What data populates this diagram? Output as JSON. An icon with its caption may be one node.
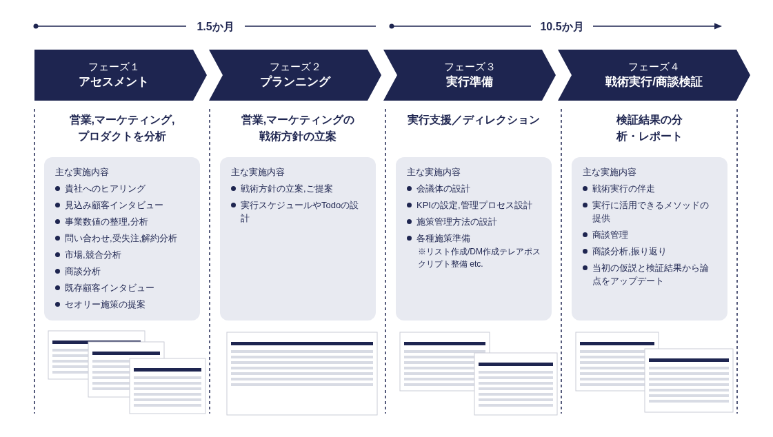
{
  "diagram": {
    "nodes": [
      {
        "text": [
          "フェーズ１",
          "アセスメント"
        ]
      },
      {
        "text": [
          "フェーズ２",
          "プランニング"
        ]
      },
      {
        "text": [
          "フェーズ３",
          "実行準備"
        ]
      },
      {
        "text": [
          "フェーズ４",
          "戦術実行/商談検証"
        ]
      },
      {
        "text": [
          "営業,マーケティング,プロダクトを分析",
          "主な実施内容",
          "貴社へのヒアリング",
          "見込み顧客インタビュー",
          "事業数値の整理,分析",
          "問い合わせ,受失注,解約分析",
          "市場,競合分析",
          "商談分析",
          "既存顧客インタビュー",
          "セオリー施策の提案"
        ]
      },
      {
        "text": [
          "営業,マーケティングの戦術方針の立案",
          "主な実施内容",
          "戦術方針の立案,ご提案",
          "実行スケジュールやTodoの設計"
        ]
      },
      {
        "text": [
          "実行支援／ディレクション",
          "主な実施内容",
          "会議体の設計",
          "KPIの設定,管理プロセス設計",
          "施策管理方法の設計",
          "各種施策準備",
          "※リスト作成/DM作成テレアポスクリプト整備 etc."
        ]
      },
      {
        "text": [
          "検証結果の分析・レポート",
          "主な実施内容",
          "戦術実行の伴走",
          "実行に活用できるメソッドの提供",
          "商談管理",
          "商談分析,振り返り",
          "当初の仮説と検証結果から論点をアップデート"
        ]
      }
    ],
    "labels": [
      "1.5か月",
      "10.5か月"
    ]
  }
}
